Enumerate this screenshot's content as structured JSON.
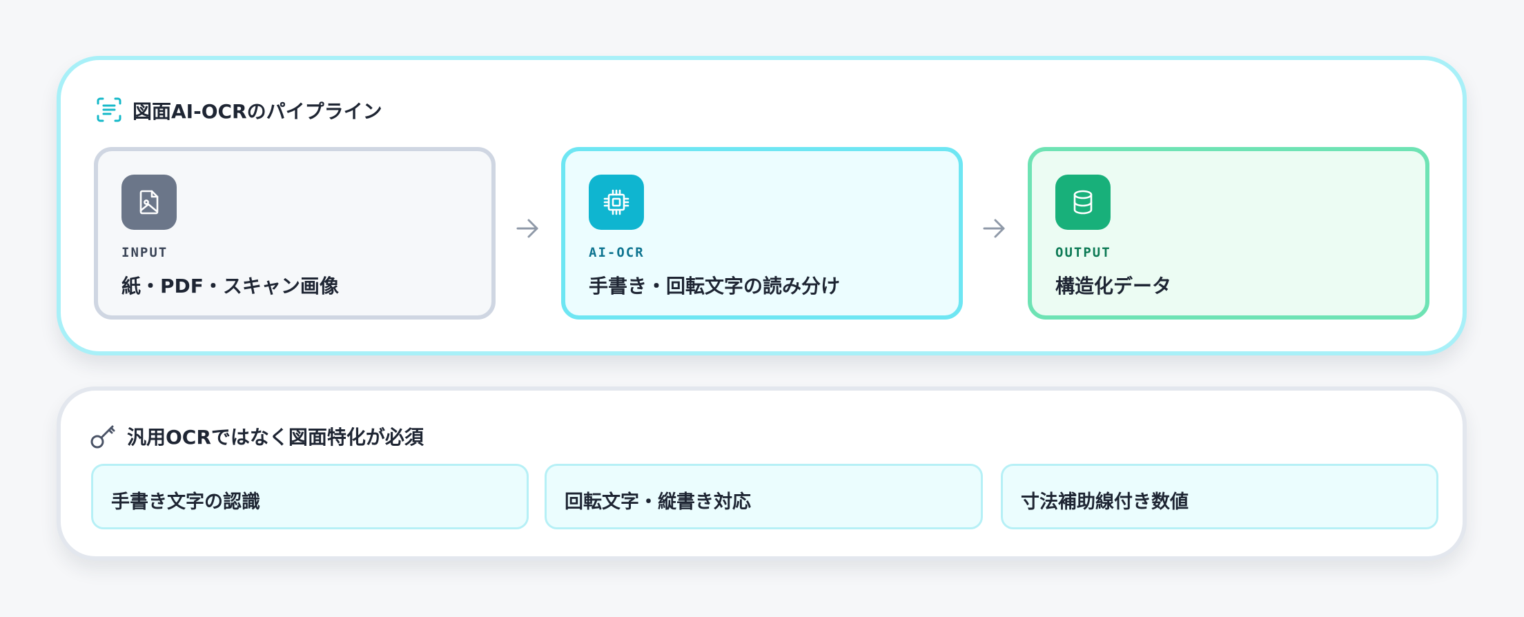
{
  "pipeline": {
    "title": "図面AI-OCRのパイプライン",
    "stages": [
      {
        "tag": "INPUT",
        "label": "紙・PDF・スキャン画像",
        "icon": "file-image-icon"
      },
      {
        "tag": "AI-OCR",
        "label": "手書き・回転文字の読み分け",
        "icon": "cpu-chip-icon"
      },
      {
        "tag": "OUTPUT",
        "label": "構造化データ",
        "icon": "database-icon"
      }
    ]
  },
  "requirements": {
    "title": "汎用OCRではなく図面特化が必須",
    "items": [
      {
        "label": "手書き文字の認識"
      },
      {
        "label": "回転文字・縦書き対応"
      },
      {
        "label": "寸法補助線付き数値"
      }
    ]
  },
  "colors": {
    "page_bg": "#f6f7f9",
    "pipeline_border": "#a8f0f8",
    "input_tile": "#6b7689",
    "input_border": "#cfd6e2",
    "input_tag": "#3a4456",
    "ocr_tile": "#0fb5d0",
    "ocr_border": "#6ee6f3",
    "ocr_tag": "#0e7490",
    "output_tile": "#18b07a",
    "output_border": "#6ee3b4",
    "output_tag": "#0d7a55",
    "text": "#1e2533"
  }
}
